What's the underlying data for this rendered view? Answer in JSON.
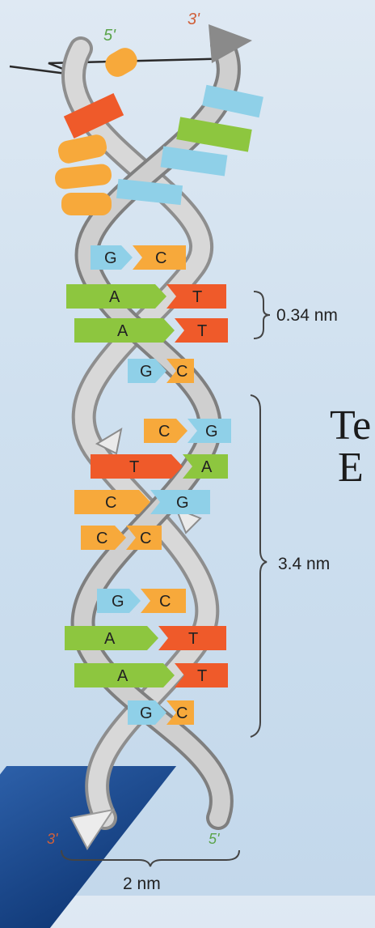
{
  "diagram": {
    "strand_ends": {
      "top_left": "5'",
      "top_right": "3'",
      "bottom_left": "3'",
      "bottom_right": "5'"
    },
    "measurements": {
      "rise_per_base": "0.34 nm",
      "helical_pitch": "3.4 nm",
      "diameter": "2 nm"
    },
    "base_pairs": [
      {
        "left": "G",
        "right": "C"
      },
      {
        "left": "A",
        "right": "T"
      },
      {
        "left": "A",
        "right": "T"
      },
      {
        "left": "G",
        "right": "C"
      },
      {
        "left": "C",
        "right": "G"
      },
      {
        "left": "T",
        "right": "A"
      },
      {
        "left": "C",
        "right": "G"
      },
      {
        "left": "C",
        "right": "C"
      },
      {
        "left": "G",
        "right": "C"
      },
      {
        "left": "A",
        "right": "T"
      },
      {
        "left": "A",
        "right": "T"
      },
      {
        "left": "G",
        "right": "C"
      }
    ],
    "colors": {
      "A": "#8dc63f",
      "T": "#ef5a2a",
      "G": "#8fd0e8",
      "C": "#f7a93b",
      "backbone": "#a6a6a6"
    }
  },
  "slide": {
    "title_line_1": "Te",
    "title_line_2": "E"
  }
}
